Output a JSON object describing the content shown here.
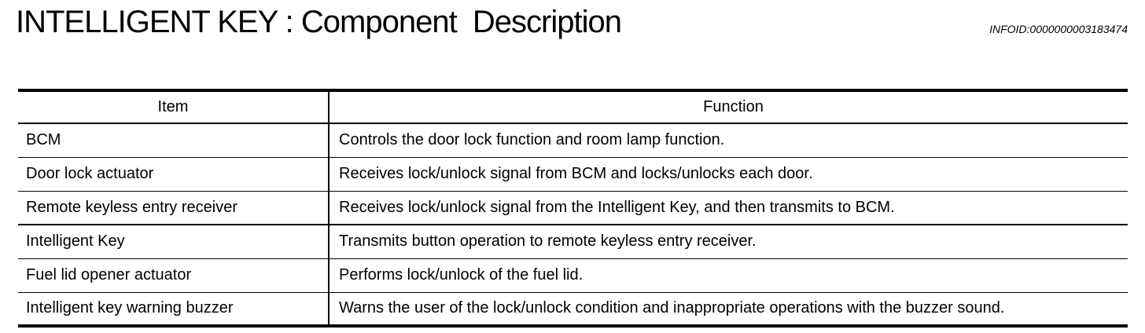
{
  "page": {
    "title": "INTELLIGENT KEY : Component  Description",
    "infoid": "INFOID:0000000003183474"
  },
  "table": {
    "headers": {
      "item": "Item",
      "function": "Function"
    },
    "rows": [
      {
        "item": "BCM",
        "function": "Controls the door lock function and room lamp function."
      },
      {
        "item": "Door lock actuator",
        "function": "Receives lock/unlock signal from BCM and locks/unlocks each door."
      },
      {
        "item": "Remote keyless entry receiver",
        "function": "Receives lock/unlock signal from the Intelligent Key, and then transmits to BCM."
      },
      {
        "item": "Intelligent Key",
        "function": "Transmits button operation to remote keyless entry receiver."
      },
      {
        "item": "Fuel lid opener actuator",
        "function": "Performs lock/unlock of the fuel lid."
      },
      {
        "item": "Intelligent key warning buzzer",
        "function": "Warns the user of the lock/unlock condition and inappropriate operations with the buzzer sound."
      }
    ]
  },
  "colors": {
    "text": "#000000",
    "background": "#ffffff",
    "border": "#000000"
  }
}
